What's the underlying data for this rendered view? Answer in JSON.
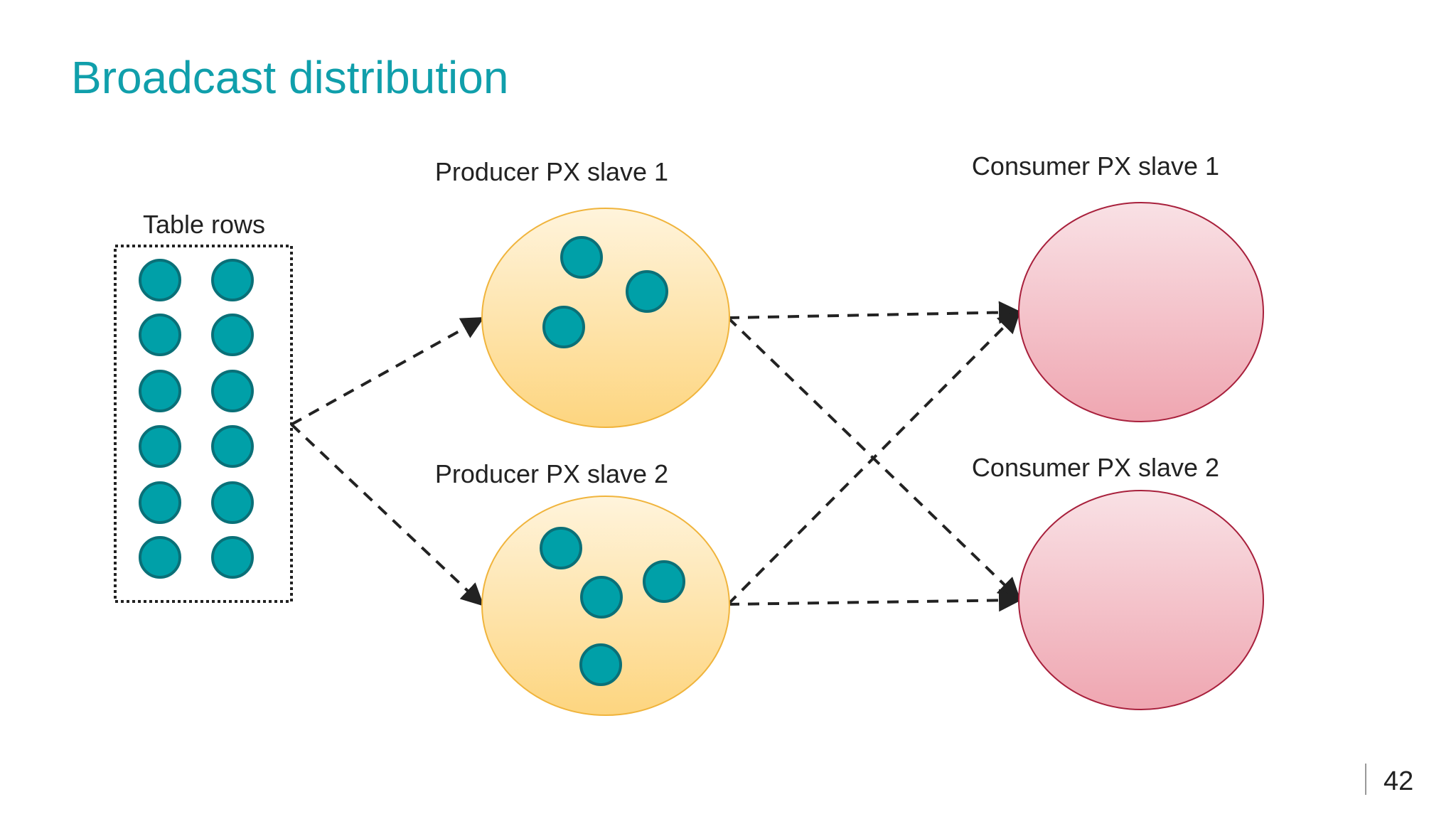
{
  "title": "Broadcast distribution",
  "labels": {
    "table_rows": "Table rows",
    "producer1": "Producer PX slave 1",
    "producer2": "Producer PX slave 2",
    "consumer1": "Consumer PX slave 1",
    "consumer2": "Consumer PX slave 2"
  },
  "counts": {
    "table_rows": 12,
    "producer1_rows": 3,
    "producer2_rows": 4
  },
  "colors": {
    "accent": "#109fab",
    "row_dot": "#00a0a8",
    "producer_fill": "#fdd98a",
    "consumer_fill": "#f0a8b2"
  },
  "page_number": "42"
}
